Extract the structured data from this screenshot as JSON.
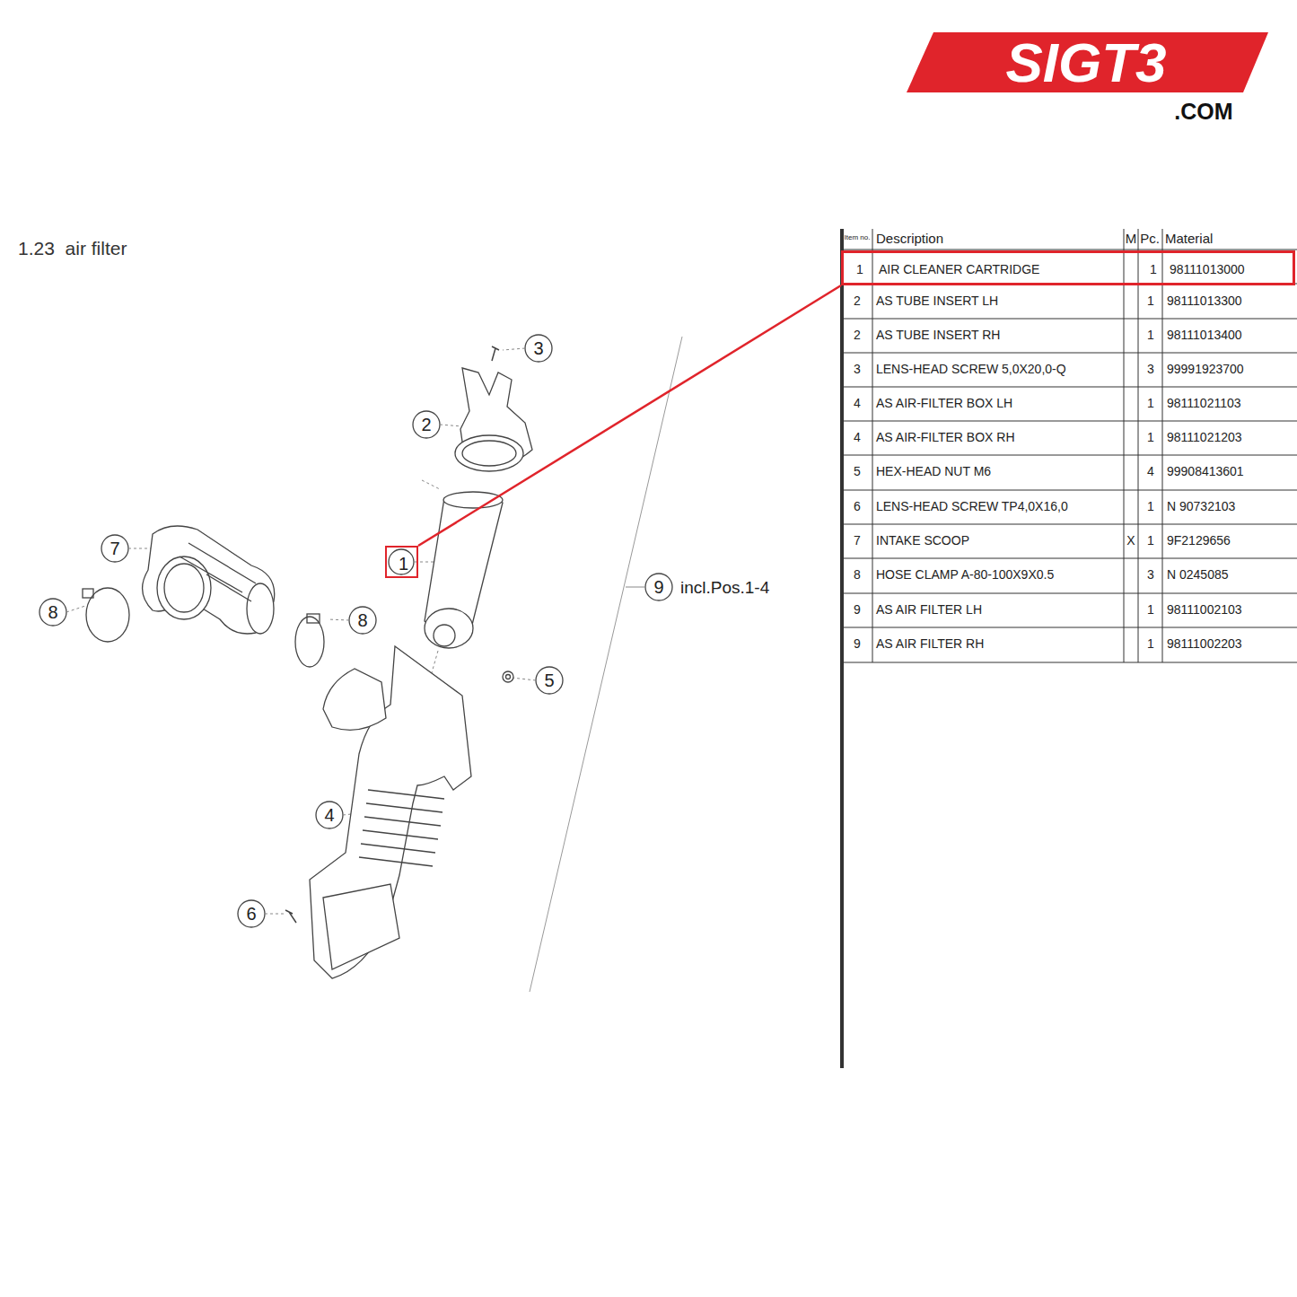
{
  "diagram": {
    "title": "1.23  air filter",
    "nodes": [
      {
        "text": [
          "1"
        ]
      },
      {
        "text": [
          "1",
          "AIR CLEANER CARTRIDGE",
          "1",
          "98111013000"
        ]
      }
    ],
    "edges": [
      {
        "from": 0,
        "to": 1,
        "arrow": "none"
      }
    ],
    "labels": [
      "SIGT3",
      ".COM",
      "3",
      "2",
      "7",
      "8",
      "8",
      "9",
      "incl.Pos.1-4",
      "5",
      "4",
      "6",
      "Item no.",
      "Description",
      "M",
      "Pc.",
      "Material",
      "2",
      "AS TUBE INSERT LH",
      "1",
      "98111013300",
      "2",
      "AS TUBE INSERT RH",
      "1",
      "98111013400",
      "3",
      "LENS-HEAD SCREW 5,0X20,0-Q",
      "3",
      "99991923700",
      "4",
      "AS AIR-FILTER BOX LH",
      "1",
      "98111021103",
      "4",
      "AS AIR-FILTER BOX RH",
      "1",
      "98111021203",
      "5",
      "HEX-HEAD NUT M6",
      "4",
      "99908413601",
      "6",
      "LENS-HEAD SCREW TP4,0X16,0",
      "1",
      "N 90732103",
      "7",
      "INTAKE SCOOP",
      "X",
      "1",
      "9F2129656",
      "8",
      "HOSE CLAMP A-80-100X9X0.5",
      "3",
      "N 0245085",
      "9",
      "AS AIR FILTER LH",
      "1",
      "98111002103",
      "9",
      "AS AIR FILTER RH",
      "1",
      "98111002203"
    ]
  }
}
